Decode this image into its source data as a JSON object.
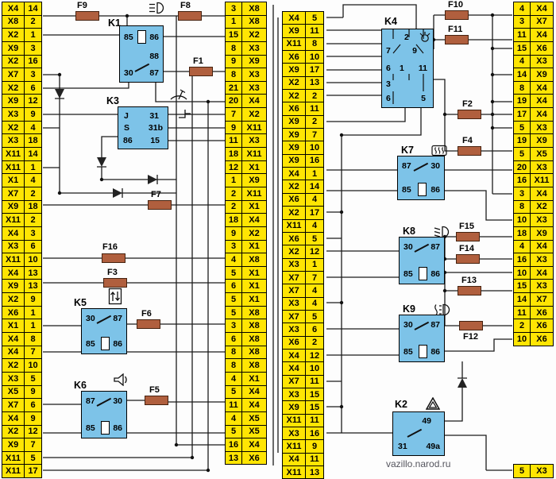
{
  "diagram": {
    "watermark": "vazillo.narod.ru"
  },
  "strips": {
    "left": {
      "rows": [
        [
          "X4",
          "14"
        ],
        [
          "X8",
          "2"
        ],
        [
          "X2",
          "1"
        ],
        [
          "X9",
          "3"
        ],
        [
          "X2",
          "16"
        ],
        [
          "X7",
          "3"
        ],
        [
          "X2",
          "6"
        ],
        [
          "X9",
          "12"
        ],
        [
          "X3",
          "9"
        ],
        [
          "X2",
          "4"
        ],
        [
          "X3",
          "18"
        ],
        [
          "X11",
          "14"
        ],
        [
          "X11",
          "1"
        ],
        [
          "X1",
          "4"
        ],
        [
          "X7",
          "2"
        ],
        [
          "X9",
          "18"
        ],
        [
          "X11",
          "2"
        ],
        [
          "X4",
          "3"
        ],
        [
          "X3",
          "6"
        ],
        [
          "X11",
          "10"
        ],
        [
          "X4",
          "13"
        ],
        [
          "X9",
          "13"
        ],
        [
          "X2",
          "9"
        ],
        [
          "X6",
          "1"
        ],
        [
          "X1",
          "1"
        ],
        [
          "X4",
          "8"
        ],
        [
          "X4",
          "7"
        ],
        [
          "X2",
          "10"
        ],
        [
          "X3",
          "5"
        ],
        [
          "X5",
          "9"
        ],
        [
          "X7",
          "6"
        ],
        [
          "X4",
          "9"
        ],
        [
          "X2",
          "12"
        ],
        [
          "X9",
          "7"
        ],
        [
          "X11",
          "5"
        ],
        [
          "X11",
          "17"
        ]
      ]
    },
    "inner_left": {
      "rows": [
        [
          "3",
          "X8"
        ],
        [
          "1",
          "X8"
        ],
        [
          "15",
          "X2"
        ],
        [
          "8",
          "X3"
        ],
        [
          "9",
          "X9"
        ],
        [
          "8",
          "X3"
        ],
        [
          "21",
          "X3"
        ],
        [
          "20",
          "X4"
        ],
        [
          "7",
          "X2"
        ],
        [
          "9",
          "X11"
        ],
        [
          "11",
          "X3"
        ],
        [
          "18",
          "X11"
        ],
        [
          "12",
          "X1"
        ],
        [
          "1",
          "X9"
        ],
        [
          "2",
          "X11"
        ],
        [
          "2",
          "X1"
        ],
        [
          "18",
          "X4"
        ],
        [
          "9",
          "X2"
        ],
        [
          "3",
          "X1"
        ],
        [
          "4",
          "X8"
        ],
        [
          "5",
          "X1"
        ],
        [
          "6",
          "X1"
        ],
        [
          "5",
          "X1"
        ],
        [
          "5",
          "X8"
        ],
        [
          "3",
          "X8"
        ],
        [
          "6",
          "X8"
        ],
        [
          "8",
          "X8"
        ],
        [
          "8",
          "X8"
        ],
        [
          "4",
          "X1"
        ],
        [
          "5",
          "X4"
        ],
        [
          "11",
          "X4"
        ],
        [
          "4",
          "X5"
        ],
        [
          "5",
          "X5"
        ],
        [
          "16",
          "X4"
        ],
        [
          "13",
          "X6"
        ]
      ]
    },
    "inner_right": {
      "rows": [
        [
          "X4",
          "5"
        ],
        [
          "X9",
          "11"
        ],
        [
          "X11",
          "8"
        ],
        [
          "X6",
          "10"
        ],
        [
          "X9",
          "17"
        ],
        [
          "X2",
          "13"
        ],
        [
          "X2",
          "2"
        ],
        [
          "X6",
          "11"
        ],
        [
          "X9",
          "2"
        ],
        [
          "X9",
          "7"
        ],
        [
          "X9",
          "10"
        ],
        [
          "X9",
          "16"
        ],
        [
          "X4",
          "1"
        ],
        [
          "X2",
          "14"
        ],
        [
          "X6",
          "4"
        ],
        [
          "X2",
          "17"
        ],
        [
          "X11",
          "4"
        ],
        [
          "X6",
          "5"
        ],
        [
          "X2",
          "12"
        ],
        [
          "X3",
          "1"
        ],
        [
          "X7",
          "7"
        ],
        [
          "X7",
          "4"
        ],
        [
          "X3",
          "4"
        ],
        [
          "X7",
          "5"
        ],
        [
          "X3",
          "6"
        ],
        [
          "X6",
          "2"
        ],
        [
          "X4",
          "12"
        ],
        [
          "X4",
          "10"
        ],
        [
          "X7",
          "11"
        ],
        [
          "X3",
          "15"
        ],
        [
          "X9",
          "15"
        ],
        [
          "X11",
          "11"
        ],
        [
          "X3",
          "16"
        ],
        [
          "X11",
          "9"
        ],
        [
          "X4",
          "11"
        ],
        [
          "X11",
          "13"
        ]
      ]
    },
    "right": {
      "rows": [
        [
          "4",
          "X4"
        ],
        [
          "3",
          "X7"
        ],
        [
          "11",
          "X4"
        ],
        [
          "15",
          "X6"
        ],
        [
          "4",
          "X3"
        ],
        [
          "14",
          "X9"
        ],
        [
          "8",
          "X4"
        ],
        [
          "19",
          "X4"
        ],
        [
          "17",
          "X4"
        ],
        [
          "5",
          "X3"
        ],
        [
          "19",
          "X9"
        ],
        [
          "5",
          "X5"
        ],
        [
          "20",
          "X3"
        ],
        [
          "16",
          "X11"
        ],
        [
          "3",
          "X4"
        ],
        [
          "8",
          "X2"
        ],
        [
          "10",
          "X3"
        ],
        [
          "18",
          "X9"
        ],
        [
          "4",
          "X4"
        ],
        [
          "16",
          "X3"
        ],
        [
          "10",
          "X4"
        ],
        [
          "15",
          "X3"
        ],
        [
          "14",
          "X7"
        ],
        [
          "11",
          "X6"
        ],
        [
          "2",
          "X6"
        ],
        [
          "10",
          "X6"
        ]
      ]
    },
    "right_bottom": {
      "rows": [
        [
          "5",
          "X3"
        ]
      ]
    }
  },
  "relays": {
    "k1": {
      "label": "K1",
      "pins": {
        "t1": "85",
        "t2": "86",
        "m": "88",
        "b1": "30",
        "b2": "87"
      }
    },
    "k2": {
      "label": "K2",
      "pins": {
        "p49": "49",
        "p31": "31",
        "p49a": "49a"
      }
    },
    "k3": {
      "label": "K3",
      "pins": {
        "l1": "J",
        "l2": "S",
        "l3": "86",
        "r1": "31",
        "r2": "31b",
        "r3": "15"
      }
    },
    "k4": {
      "label": "K4",
      "pins": {
        "p7": "7",
        "p2": "2",
        "p9": "9",
        "p6": "6",
        "p1": "1",
        "p11": "11",
        "p3": "3",
        "p6b": "6",
        "p5": "5"
      }
    },
    "k5": {
      "label": "K5",
      "pins": {
        "t1": "30",
        "t2": "87",
        "b1": "85",
        "b2": "86"
      }
    },
    "k6": {
      "label": "K6",
      "pins": {
        "t1": "87",
        "t2": "30",
        "b1": "85",
        "b2": "86"
      }
    },
    "k7": {
      "label": "K7",
      "pins": {
        "t1": "87",
        "t2": "30",
        "b1": "85",
        "b2": "86"
      }
    },
    "k8": {
      "label": "K8",
      "pins": {
        "t1": "30",
        "t2": "87",
        "b1": "85",
        "b2": "86"
      }
    },
    "k9": {
      "label": "K9",
      "pins": {
        "t1": "30",
        "t2": "87",
        "b1": "85",
        "b2": "86"
      }
    }
  },
  "fuses": {
    "f1": {
      "label": "F1"
    },
    "f2": {
      "label": "F2"
    },
    "f3": {
      "label": "F3"
    },
    "f4": {
      "label": "F4"
    },
    "f5": {
      "label": "F5"
    },
    "f6": {
      "label": "F6"
    },
    "f7": {
      "label": "F7"
    },
    "f8": {
      "label": "F8"
    },
    "f9": {
      "label": "F9"
    },
    "f10": {
      "label": "F10"
    },
    "f11": {
      "label": "F11"
    },
    "f12": {
      "label": "F12"
    },
    "f13": {
      "label": "F13"
    },
    "f14": {
      "label": "F14"
    },
    "f15": {
      "label": "F15"
    },
    "f16": {
      "label": "F16"
    }
  },
  "icons": {
    "k1_area": "high-beam",
    "k3_area": "wiper",
    "k5_area": "window-lift",
    "k6_area": "horn",
    "k4_area": "bulb",
    "k7_area": "heated-rear-window",
    "k8_area": "low-beam",
    "k9_area": "fog-lamp",
    "k2_area": "hazard"
  }
}
